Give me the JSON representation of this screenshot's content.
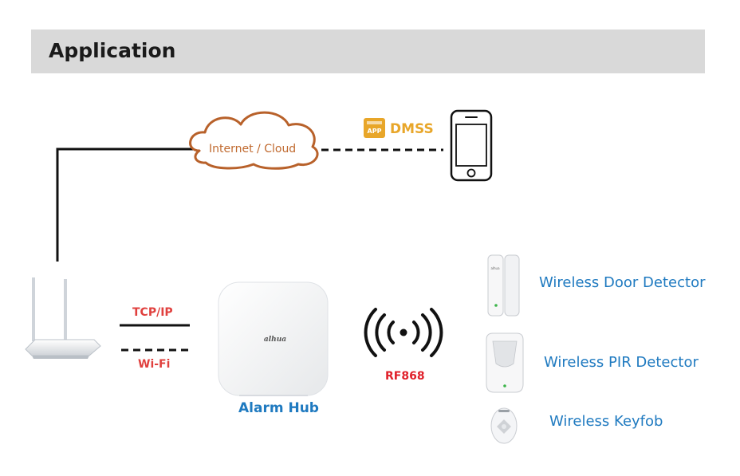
{
  "header": {
    "title": "Application"
  },
  "cloud": {
    "label": "Internet / Cloud",
    "icon": "cloud-icon",
    "color": "#c0692e"
  },
  "app": {
    "badge": "APP",
    "label": "DMSS",
    "color": "#e8a629"
  },
  "links": {
    "tcp": {
      "label": "TCP/IP"
    },
    "wifi": {
      "label": "Wi-Fi"
    },
    "rf": {
      "label": "RF868"
    }
  },
  "hub": {
    "label": "Alarm Hub",
    "brand": "alhua"
  },
  "devices": [
    {
      "label": "Wireless Door Detector",
      "icon": "door-detector-icon"
    },
    {
      "label": "Wireless PIR Detector",
      "icon": "pir-detector-icon"
    },
    {
      "label": "Wireless Keyfob",
      "icon": "keyfob-icon"
    }
  ],
  "colors": {
    "accent_blue": "#1f7ac0",
    "link_red": "#e0403e",
    "header_bg": "#d9d9d9"
  }
}
